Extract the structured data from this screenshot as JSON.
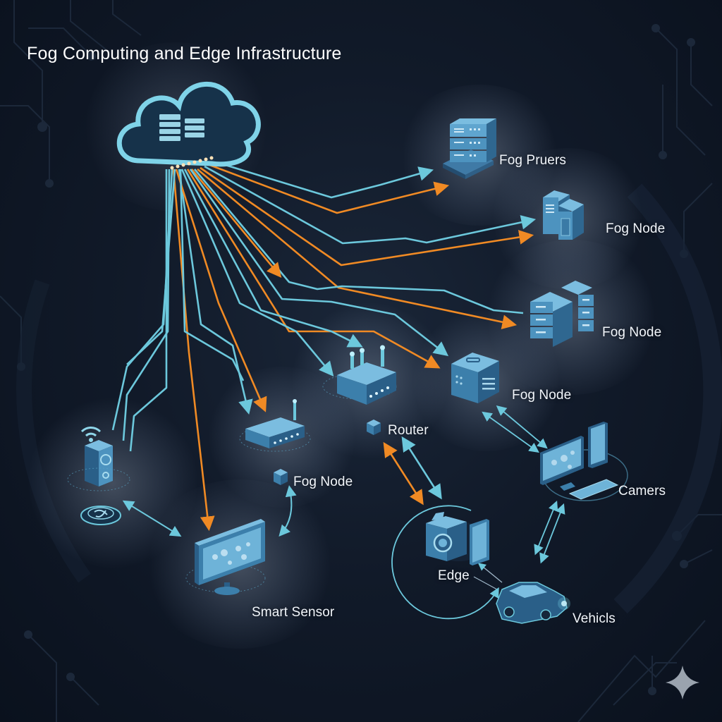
{
  "title": "Fog Computing and Edge Infrastructure",
  "colors": {
    "background": "#0f1828",
    "link_cyan": "#6cc8dc",
    "link_orange": "#f08a24",
    "device_fill": "#5b9dc4",
    "device_dark": "#2d5f86",
    "label_text": "#f2f6fb"
  },
  "nodes": [
    {
      "id": "cloud",
      "icon": "cloud-server-icon",
      "label": ""
    },
    {
      "id": "fog-pruers",
      "icon": "server-stack-icon",
      "label": "Fog Pruers"
    },
    {
      "id": "fog-node-1",
      "icon": "server-tower-icon",
      "label": "Fog Node"
    },
    {
      "id": "fog-node-2",
      "icon": "server-rack-icon",
      "label": "Fog Node"
    },
    {
      "id": "fog-node-3",
      "icon": "server-cube-icon",
      "label": "Fog Node"
    },
    {
      "id": "router",
      "icon": "router-icon",
      "label": "Router"
    },
    {
      "id": "fog-node-4",
      "icon": "router-small-icon",
      "label": "Fog Node"
    },
    {
      "id": "iot-speaker",
      "icon": "wireless-speaker-icon",
      "label": ""
    },
    {
      "id": "smart-sensor",
      "icon": "monitor-icon",
      "label": "Smart Sensor"
    },
    {
      "id": "edge",
      "icon": "camera-tablet-icon",
      "label": "Edge"
    },
    {
      "id": "camers",
      "icon": "desktop-phone-icon",
      "label": "Camers"
    },
    {
      "id": "vehicls",
      "icon": "car-icon",
      "label": "Vehicls"
    }
  ],
  "links": [
    {
      "from": "cloud",
      "to": "fog-pruers",
      "color": "cyan"
    },
    {
      "from": "cloud",
      "to": "fog-pruers",
      "color": "orange"
    },
    {
      "from": "cloud",
      "to": "fog-node-1",
      "color": "cyan"
    },
    {
      "from": "cloud",
      "to": "fog-node-1",
      "color": "orange"
    },
    {
      "from": "cloud",
      "to": "fog-node-2",
      "color": "orange"
    },
    {
      "from": "cloud",
      "to": "fog-node-3",
      "color": "cyan"
    },
    {
      "from": "cloud",
      "to": "fog-node-3",
      "color": "orange"
    },
    {
      "from": "cloud",
      "to": "router",
      "color": "cyan"
    },
    {
      "from": "cloud",
      "to": "fog-node-4",
      "color": "cyan"
    },
    {
      "from": "cloud",
      "to": "fog-node-4",
      "color": "orange"
    },
    {
      "from": "cloud",
      "to": "smart-sensor",
      "color": "orange"
    },
    {
      "from": "cloud",
      "to": "iot-speaker",
      "color": "cyan"
    },
    {
      "from": "router",
      "to": "edge",
      "color": "orange",
      "bidirectional": true
    },
    {
      "from": "router",
      "to": "edge",
      "color": "cyan",
      "bidirectional": true
    },
    {
      "from": "fog-node-3",
      "to": "camers",
      "color": "cyan",
      "bidirectional": true
    },
    {
      "from": "camers",
      "to": "vehicls",
      "color": "cyan",
      "bidirectional": true
    },
    {
      "from": "vehicls",
      "to": "edge",
      "color": "cyan"
    },
    {
      "from": "iot-speaker",
      "to": "smart-sensor",
      "color": "cyan",
      "bidirectional": true
    },
    {
      "from": "fog-node-4",
      "to": "smart-sensor",
      "color": "cyan"
    }
  ],
  "watermark": "sparkle-icon"
}
